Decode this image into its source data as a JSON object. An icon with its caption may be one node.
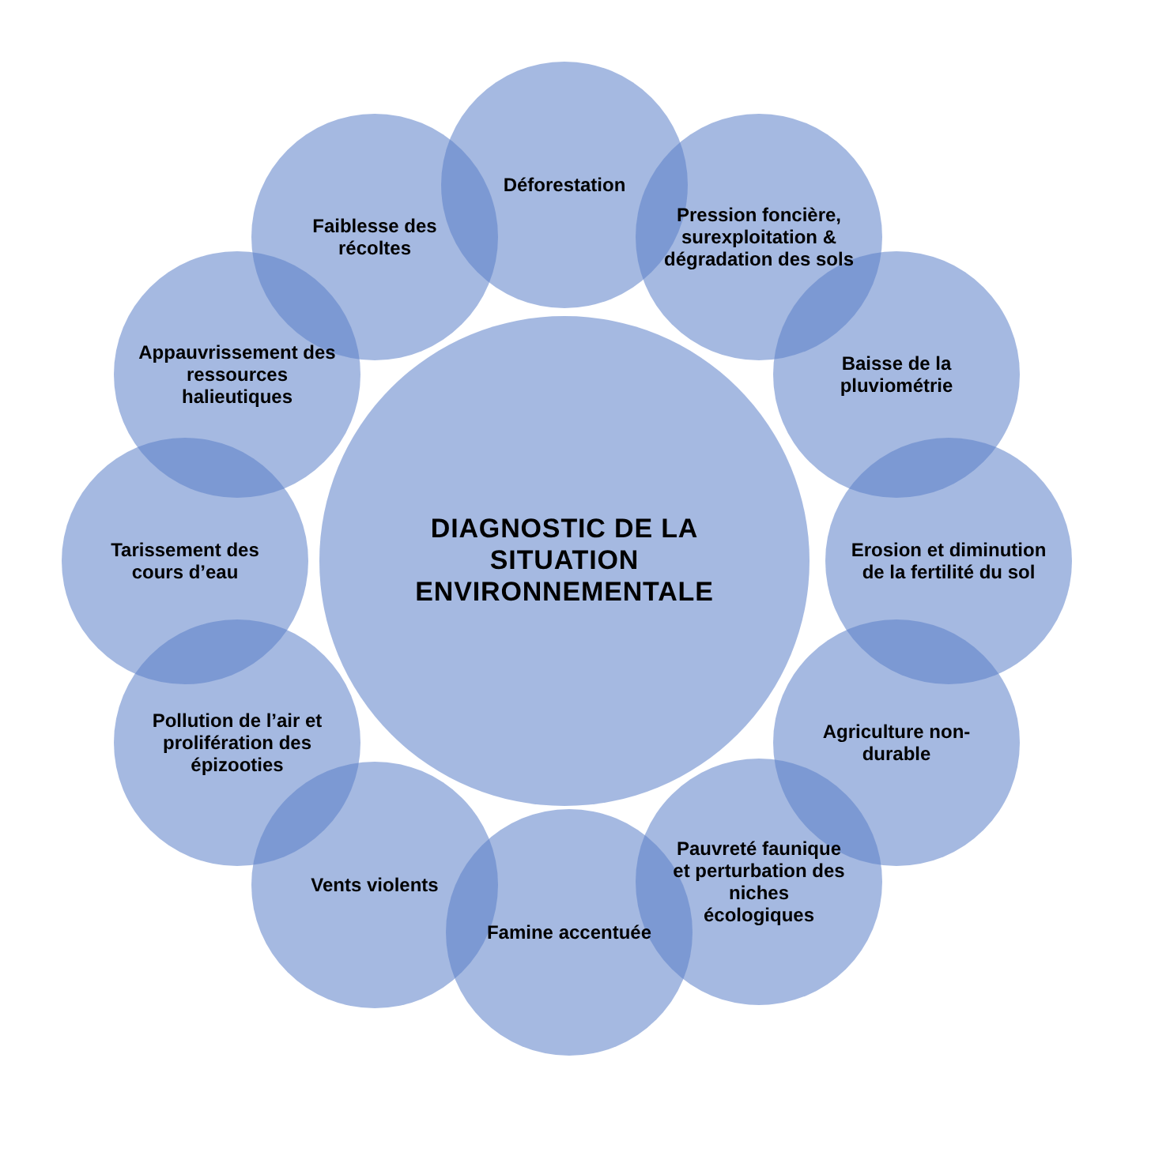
{
  "diagram": {
    "nodes": [
      {
        "text": [
          "DIAGNOSTIC DE LA SITUATION ENVIRONNEMENTALE"
        ]
      },
      {
        "text": [
          "Déforestation"
        ]
      },
      {
        "text": [
          "Pression foncière, surexploitation & dégradation des sols"
        ]
      },
      {
        "text": [
          "Baisse de la pluviométrie"
        ]
      },
      {
        "text": [
          "Erosion et diminution de la fertilité du sol"
        ]
      },
      {
        "text": [
          "Agriculture non-durable"
        ]
      },
      {
        "text": [
          "Pauvreté faunique et perturbation des niches écologiques"
        ]
      },
      {
        "text": [
          "Famine accentuée"
        ]
      },
      {
        "text": [
          "Vents violents"
        ]
      },
      {
        "text": [
          "Pollution de l’air et prolifération des épizooties"
        ]
      },
      {
        "text": [
          "Tarissement des cours d’eau"
        ]
      },
      {
        "text": [
          "Appauvrissement des ressources halieutiques"
        ]
      },
      {
        "text": [
          "Faiblesse des récoltes"
        ]
      }
    ]
  }
}
